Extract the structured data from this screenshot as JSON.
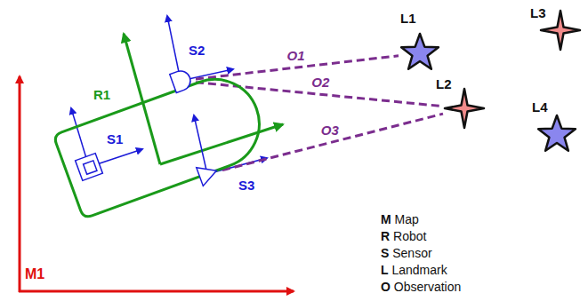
{
  "diagram": {
    "nodes": [
      {
        "text": [
          "R1"
        ]
      },
      {
        "text": [
          "S1"
        ],
        "in": 0
      },
      {
        "text": [
          "S2"
        ],
        "in": 0
      },
      {
        "text": [
          "S3"
        ],
        "in": 0
      },
      {
        "text": [
          "L1"
        ]
      },
      {
        "text": [
          "L2"
        ]
      },
      {
        "text": [
          "L3"
        ]
      },
      {
        "text": [
          "L4"
        ]
      }
    ],
    "edges": [
      {
        "from": 2,
        "to": 4,
        "arrow": "none",
        "label": "O1"
      },
      {
        "from": 2,
        "to": 5,
        "arrow": "none",
        "label": "O2"
      },
      {
        "from": 3,
        "to": 5,
        "arrow": "none",
        "label": "O3"
      }
    ],
    "labels": [
      "M1"
    ],
    "legend": [
      {
        "text": "M Map"
      },
      {
        "text": "R Robot"
      },
      {
        "text": "S Sensor"
      },
      {
        "text": "L Landmark"
      },
      {
        "text": "O Observation"
      }
    ]
  }
}
